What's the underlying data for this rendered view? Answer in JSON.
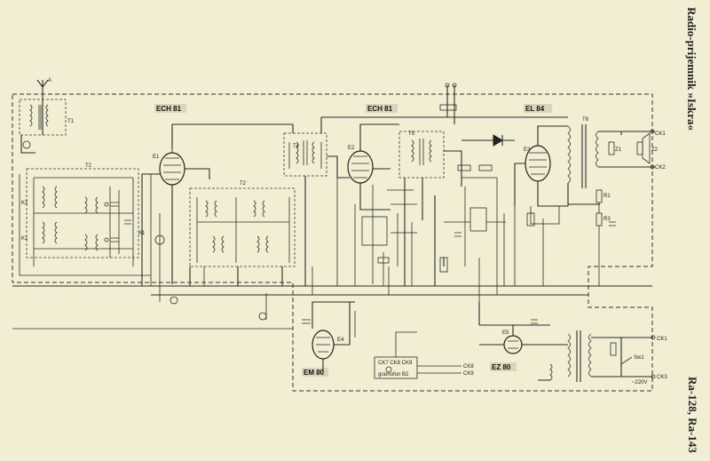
{
  "side_title": "Radio-prijemnik »Iskra«",
  "side_model": "Ra-128, Ra-143",
  "tubes": {
    "ech81_a": "ECH 81",
    "ech81_b": "ECH 81",
    "el84": "EL 84",
    "em80": "EM 80",
    "ez80": "EZ 80"
  },
  "refs": {
    "a": "A",
    "t1": "T1",
    "t2": "T2",
    "t2b": "T2",
    "e1": "E1",
    "e2": "E2",
    "e3": "E3",
    "e4": "E4",
    "e5": "E5",
    "a1": "A1",
    "t4": "T4",
    "t5": "T5",
    "t6": "T6",
    "r1": "R1",
    "r3": "R3"
  },
  "connectors": {
    "ck1_top": "CK1",
    "ck2": "CK2",
    "ck1_bottom": "CK1",
    "z1": "Z1",
    "z2": "Z2",
    "sw1": "Sw1",
    "ck3": "CK3"
  },
  "labels": {
    "gramofon": "gramofon B2",
    "ck_box": "CK7  CK8  CK9",
    "ck8": "CK8",
    "ck9": "CK9",
    "k1": "K1",
    "k2": "K2",
    "mains": "~220V"
  }
}
